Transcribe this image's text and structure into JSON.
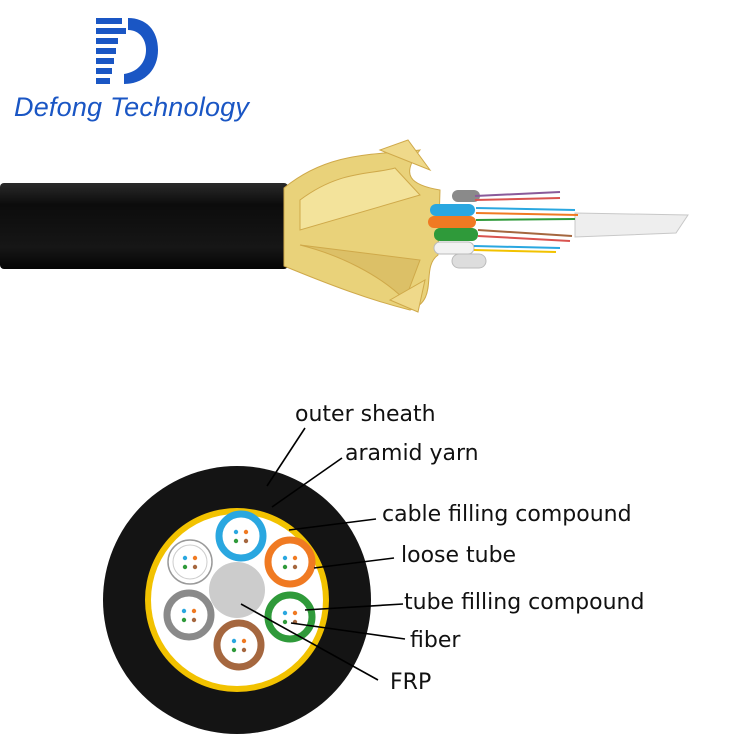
{
  "brand": {
    "name": "Defong Technology",
    "logo_color": "#1a56c4"
  },
  "cable": {
    "sheath_color": "#141414",
    "yarn_color": "#e9d27a",
    "tube_colors": [
      "#2aa7e0",
      "#f07a22",
      "#2f9a3a",
      "#a5673f",
      "#8a8a8a",
      "#f2f2f2"
    ]
  },
  "diagram": {
    "labels": {
      "outer_sheath": "outer sheath",
      "aramid_yarn": "aramid yarn",
      "cable_filling_compound": "cable filling compound",
      "loose_tube": "loose tube",
      "tube_filling_compound": "tube filling compound",
      "fiber": "fiber",
      "frp": "FRP"
    }
  }
}
